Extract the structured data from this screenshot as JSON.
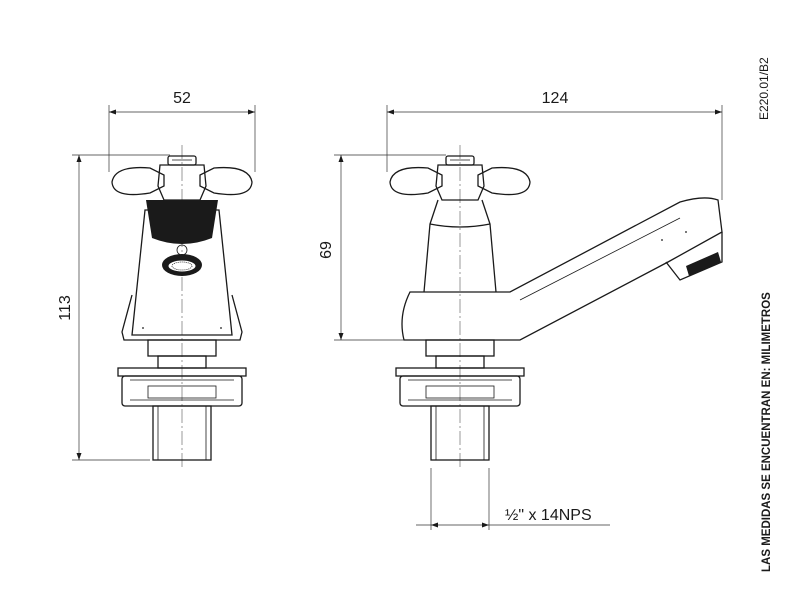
{
  "drawing": {
    "code": "E220.01/B2",
    "note": "LAS MEDIDAS SE ENCUENTRAN EN: MILIMETROS"
  },
  "front_view": {
    "width_label": "52",
    "height_label": "113"
  },
  "side_view": {
    "length_label": "124",
    "height_label": "69",
    "thread_label": "½\" x 14NPS"
  },
  "colors": {
    "line": "#1a1a1a",
    "background": "#ffffff"
  }
}
